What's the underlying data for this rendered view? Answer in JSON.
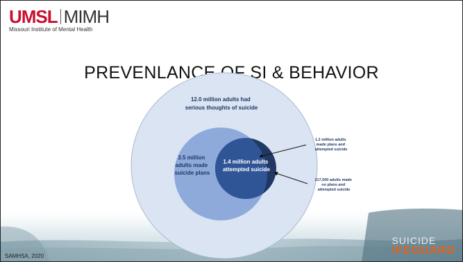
{
  "logo": {
    "primary": "UMSL",
    "secondary": "MIMH",
    "subtitle": "Missouri Institute of Mental Health"
  },
  "title": "PREVENLANCE OF SI & BEHAVIOR",
  "diagram": {
    "outer_label": [
      "12.0 million adults had",
      "serious thoughts  of suicide"
    ],
    "middle_label": [
      "3.5 million",
      "adults made",
      "suicide plans"
    ],
    "inner_label": [
      "1.4 million adults",
      "attempted suicide"
    ],
    "callout_plans": [
      "1.2 million adults",
      "made plans and",
      "attempted suicide"
    ],
    "callout_noplans": [
      "217,000 adults made",
      "no plans and",
      "attempted suicide"
    ],
    "colors": {
      "outer": "#dbe4f3",
      "middle": "#8eaadb",
      "inner": "#203864",
      "overlap": "#2f5597"
    }
  },
  "footer": {
    "source": "SAMHSA, 2020",
    "brand_line1": "SUICIDE",
    "brand_line2": "IFEGUARD"
  }
}
